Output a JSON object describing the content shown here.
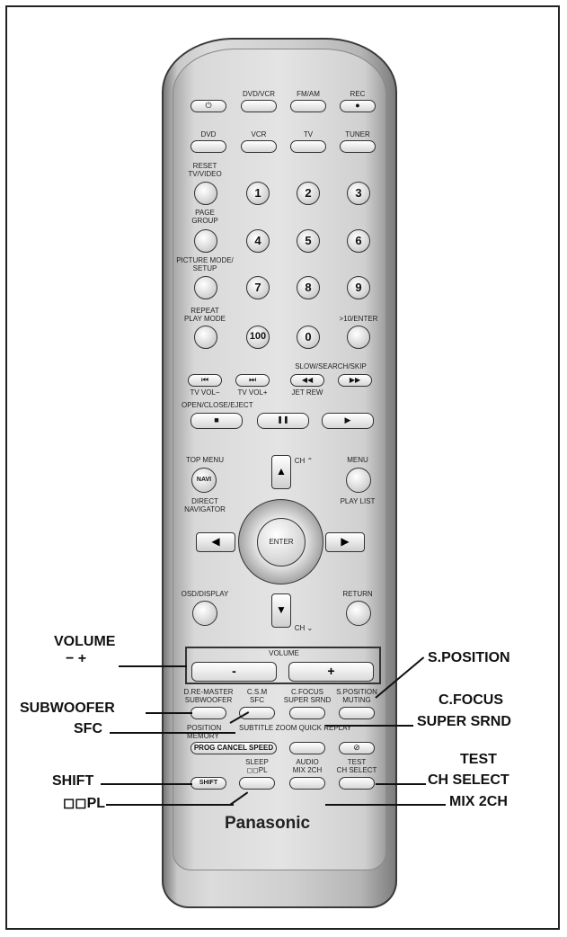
{
  "brand": "Panasonic",
  "top_row": {
    "power_icon": "power-icon",
    "dvd_vcr": "DVD/VCR",
    "fm_am": "FM/AM",
    "rec": "REC"
  },
  "source_row": {
    "dvd": "DVD",
    "vcr": "VCR",
    "tv": "TV",
    "tuner": "TUNER"
  },
  "left_labels": {
    "reset": "RESET",
    "tv_video": "TV/VIDEO",
    "page": "PAGE",
    "group": "GROUP",
    "picture_mode": "PICTURE MODE/",
    "setup": "SETUP",
    "repeat": "REPEAT",
    "play_mode": "PLAY MODE"
  },
  "numbers": [
    "1",
    "2",
    "3",
    "4",
    "5",
    "6",
    "7",
    "8",
    "9",
    "100",
    "0"
  ],
  "enter_label": ">10/ENTER",
  "transport": {
    "prev_glyph": "⏮",
    "next_glyph": "⏭",
    "tv_vol_minus": "TV VOL−",
    "tv_vol_plus": "TV VOL+",
    "slow_search_skip": "SLOW/SEARCH/SKIP",
    "rew_glyph": "◀◀",
    "ff_glyph": "▶▶",
    "jet_rew": "JET REW",
    "open_close_eject": "OPEN/CLOSE/EJECT",
    "stop_glyph": "■",
    "pause_glyph": "❚❚",
    "play_glyph": "▶",
    "play_minus": "-"
  },
  "nav": {
    "top_menu": "TOP MENU",
    "menu": "MENU",
    "navi": "NAVI",
    "direct_navigator": "DIRECT",
    "direct_navigator2": "NAVIGATOR",
    "play_list": "PLAY LIST",
    "ch_up": "CH ⌃",
    "ch_down": "CH ⌄",
    "enter": "ENTER",
    "osd_display": "OSD/DISPLAY",
    "return": "RETURN",
    "up_glyph": "▲",
    "down_glyph": "▼",
    "left_glyph": "◀",
    "right_glyph": "▶"
  },
  "volume": {
    "label": "VOLUME",
    "minus": "-",
    "plus": "+"
  },
  "function_rows": {
    "r1": [
      "D.RE-MASTER",
      "C.S.M",
      "C.FOCUS",
      "S.POSITION"
    ],
    "r1b": [
      "SUBWOOFER",
      "SFC",
      "SUPER SRND",
      "MUTING"
    ],
    "r2top": [
      "POSITION",
      "SUBTITLE ZOOM QUICK REPLAY"
    ],
    "r2": [
      "MEMORY",
      "PROG CANCEL SPEED"
    ],
    "r3top": [
      "SLEEP",
      "AUDIO",
      "TEST"
    ],
    "r3": [
      "SHIFT",
      "◻◻PL",
      "MIX 2CH",
      "CH SELECT"
    ]
  },
  "callouts": {
    "volume": "VOLUME",
    "volume_sub": "−  +",
    "subwoofer": "SUBWOOFER",
    "sfc": "SFC",
    "shift": "SHIFT",
    "dpl": "◻◻PL",
    "s_position": "S.POSITION",
    "c_focus": "C.FOCUS",
    "super_srnd": "SUPER SRND",
    "test": "TEST",
    "ch_select": "CH SELECT",
    "mix_2ch": "MIX 2CH"
  }
}
